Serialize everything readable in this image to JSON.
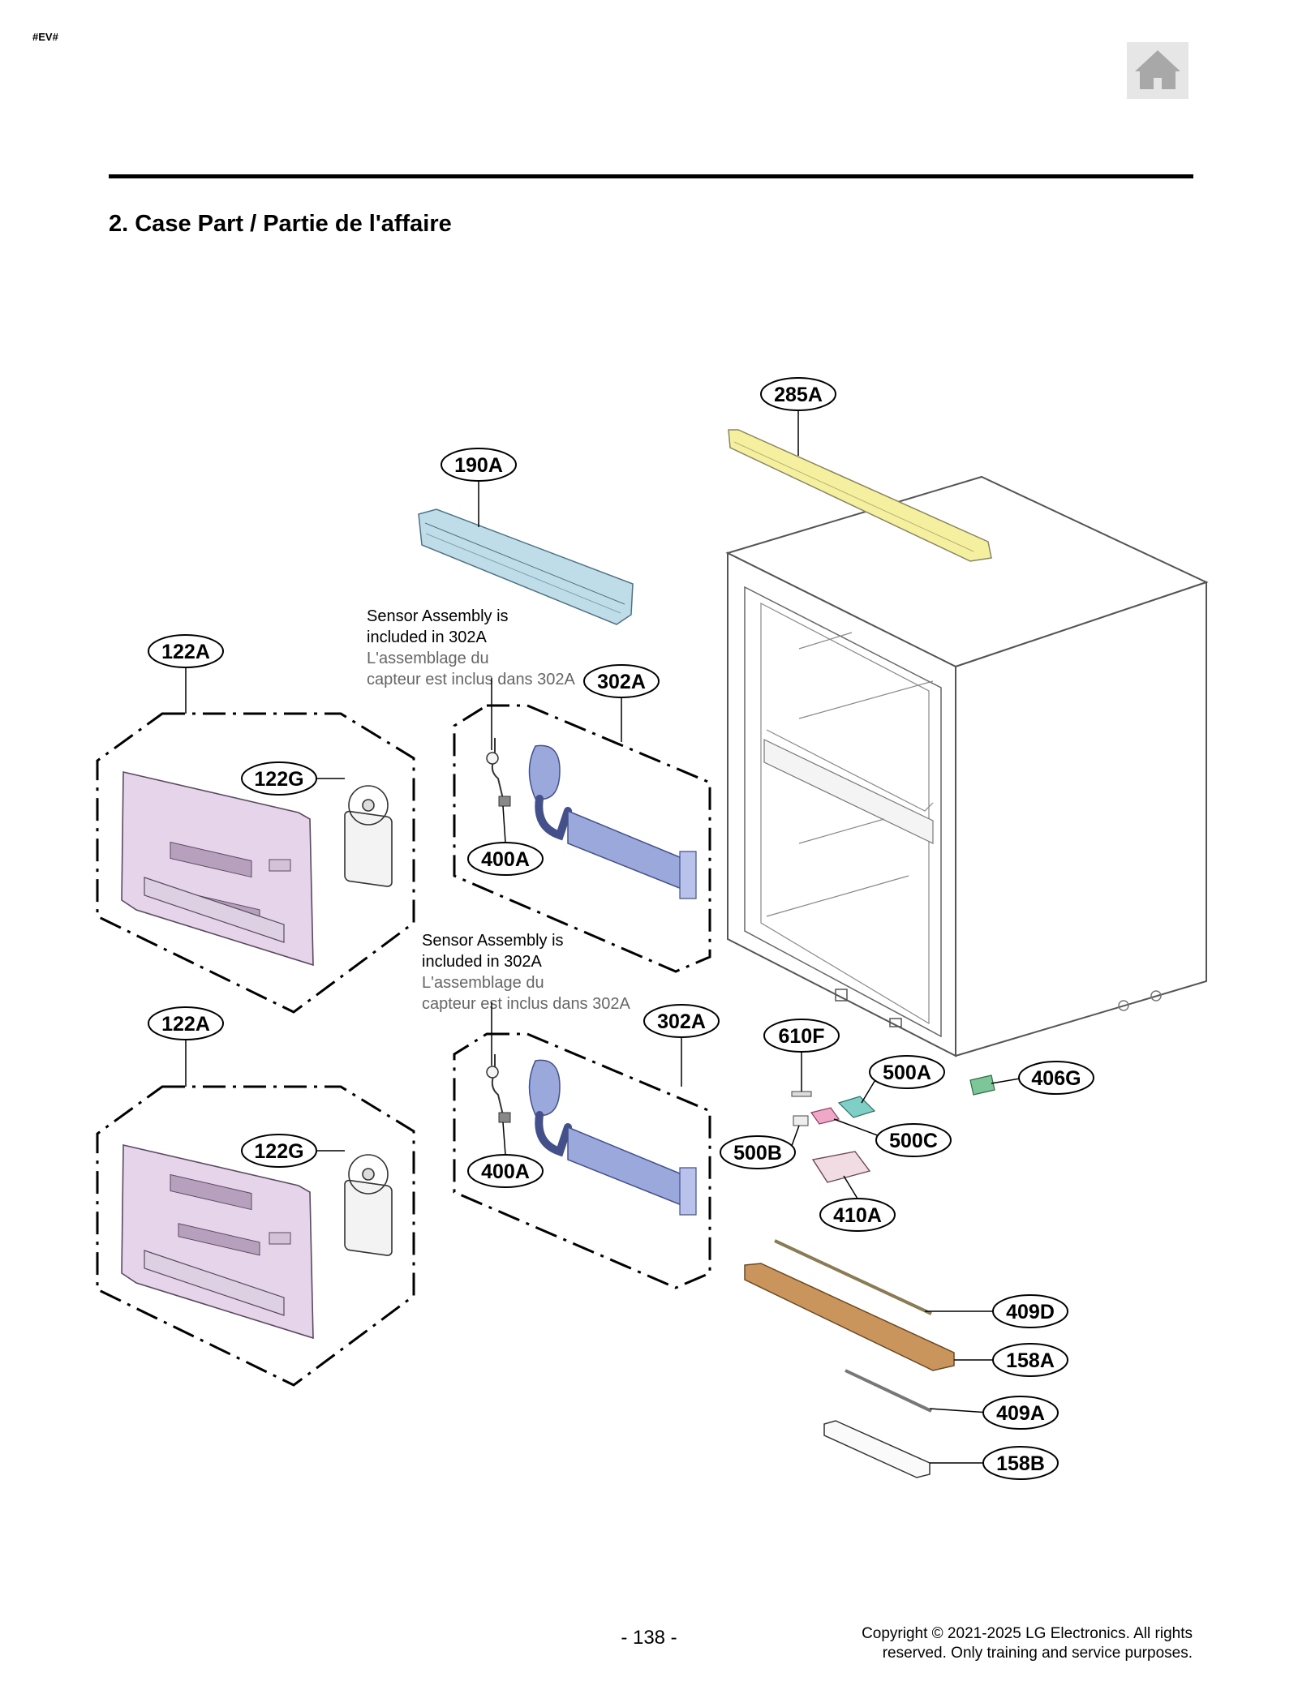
{
  "header": {
    "doc_id": "#EV#",
    "home_icon": "home-icon"
  },
  "section": {
    "title": "2. Case Part / Partie de l'affaire"
  },
  "callouts": [
    {
      "label": "285A"
    },
    {
      "label": "190A"
    },
    {
      "label": "122A"
    },
    {
      "label": "122G"
    },
    {
      "label": "302A"
    },
    {
      "label": "400A"
    },
    {
      "label": "122A"
    },
    {
      "label": "122G"
    },
    {
      "label": "302A"
    },
    {
      "label": "400A"
    },
    {
      "label": "610F"
    },
    {
      "label": "500A"
    },
    {
      "label": "406G"
    },
    {
      "label": "500B"
    },
    {
      "label": "500C"
    },
    {
      "label": "410A"
    },
    {
      "label": "409D"
    },
    {
      "label": "158A"
    },
    {
      "label": "409A"
    },
    {
      "label": "158B"
    }
  ],
  "notes": [
    {
      "line1": "Sensor Assembly is",
      "line2": "included in 302A",
      "fr1": "L'assemblage du",
      "fr2": "capteur est inclus dans 302A"
    },
    {
      "line1": "Sensor Assembly is",
      "line2": "included in 302A",
      "fr1": "L'assemblage du",
      "fr2": "capteur est inclus dans 302A"
    }
  ],
  "colors": {
    "part_290": "#f5f0a0",
    "part_190": "#bfdde9",
    "cover": "#e6d5ea",
    "evaporator": "#9aa8dc",
    "tray": "#c9955c",
    "board_green": "#7dc69a",
    "board_teal": "#7fcfc6",
    "board_pink": "#f0a8c8"
  },
  "footer": {
    "page_number": "- 138 -",
    "copyright_line1": "Copyright © 2021-2025  LG Electronics. All rights",
    "copyright_line2": "reserved. Only training and service purposes."
  }
}
